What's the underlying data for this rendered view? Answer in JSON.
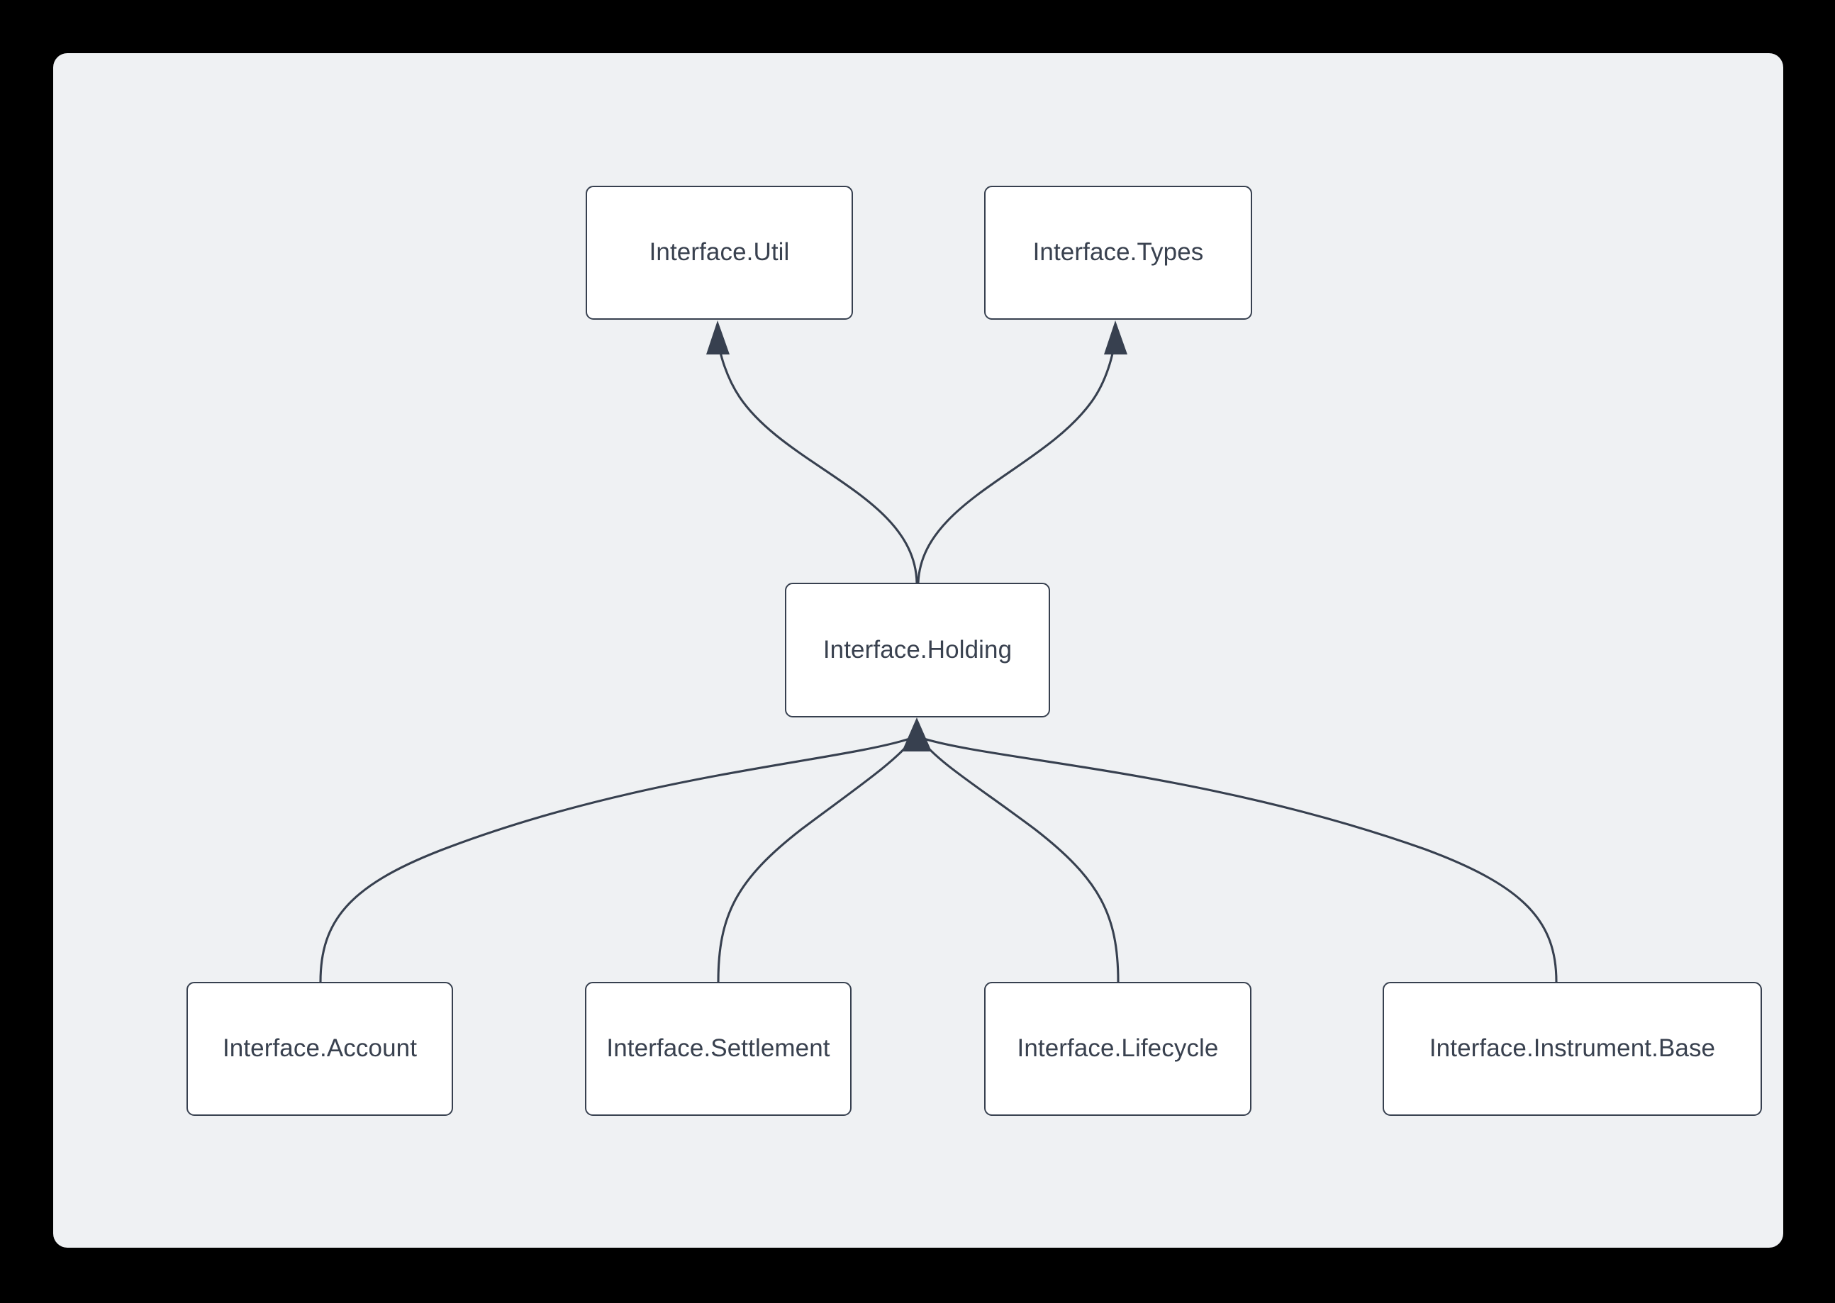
{
  "diagram": {
    "type": "dependency-graph",
    "background_color": "#000000",
    "canvas_color": "#eff1f3",
    "node_fill": "#ffffff",
    "node_border_color": "#37404f",
    "edge_color": "#37404f",
    "text_color": "#39414f",
    "nodes": [
      {
        "id": "util",
        "label": "Interface.Util"
      },
      {
        "id": "types",
        "label": "Interface.Types"
      },
      {
        "id": "holding",
        "label": "Interface.Holding"
      },
      {
        "id": "account",
        "label": "Interface.Account"
      },
      {
        "id": "settlement",
        "label": "Interface.Settlement"
      },
      {
        "id": "lifecycle",
        "label": "Interface.Lifecycle"
      },
      {
        "id": "instrument",
        "label": "Interface.Instrument.Base"
      }
    ],
    "edges": [
      {
        "from": "holding",
        "to": "util",
        "arrow": "filled-triangle"
      },
      {
        "from": "holding",
        "to": "types",
        "arrow": "filled-triangle"
      },
      {
        "from": "account",
        "to": "holding",
        "arrow": "filled-triangle"
      },
      {
        "from": "settlement",
        "to": "holding",
        "arrow": "filled-triangle"
      },
      {
        "from": "lifecycle",
        "to": "holding",
        "arrow": "filled-triangle"
      },
      {
        "from": "instrument",
        "to": "holding",
        "arrow": "filled-triangle"
      }
    ]
  }
}
